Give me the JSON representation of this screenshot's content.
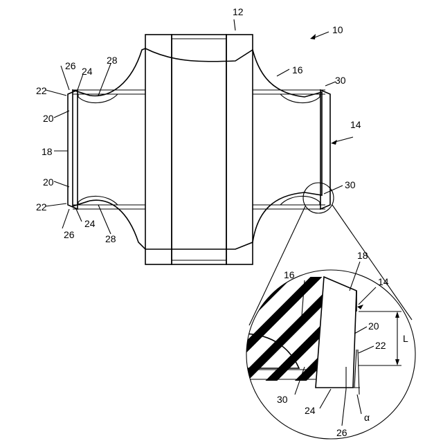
{
  "figure": {
    "labels": {
      "l10": "10",
      "l12": "12",
      "l14": "14",
      "l14_detail": "14",
      "l16": "16",
      "l16_detail": "16",
      "l18": "18",
      "l18_detail": "18",
      "l20_top": "20",
      "l20_bottom": "20",
      "l20_detail": "20",
      "l22_top": "22",
      "l22_bottom": "22",
      "l22_detail": "22",
      "l24_top": "24",
      "l24_bottom": "24",
      "l24_detail": "24",
      "l26_top": "26",
      "l26_bottom": "26",
      "l26_detail": "26",
      "l28_top": "28",
      "l28_bottom": "28",
      "l30_top": "30",
      "l30_bottom": "30",
      "l30_detail": "30",
      "dim_L": "L",
      "angle_alpha": "α"
    }
  }
}
